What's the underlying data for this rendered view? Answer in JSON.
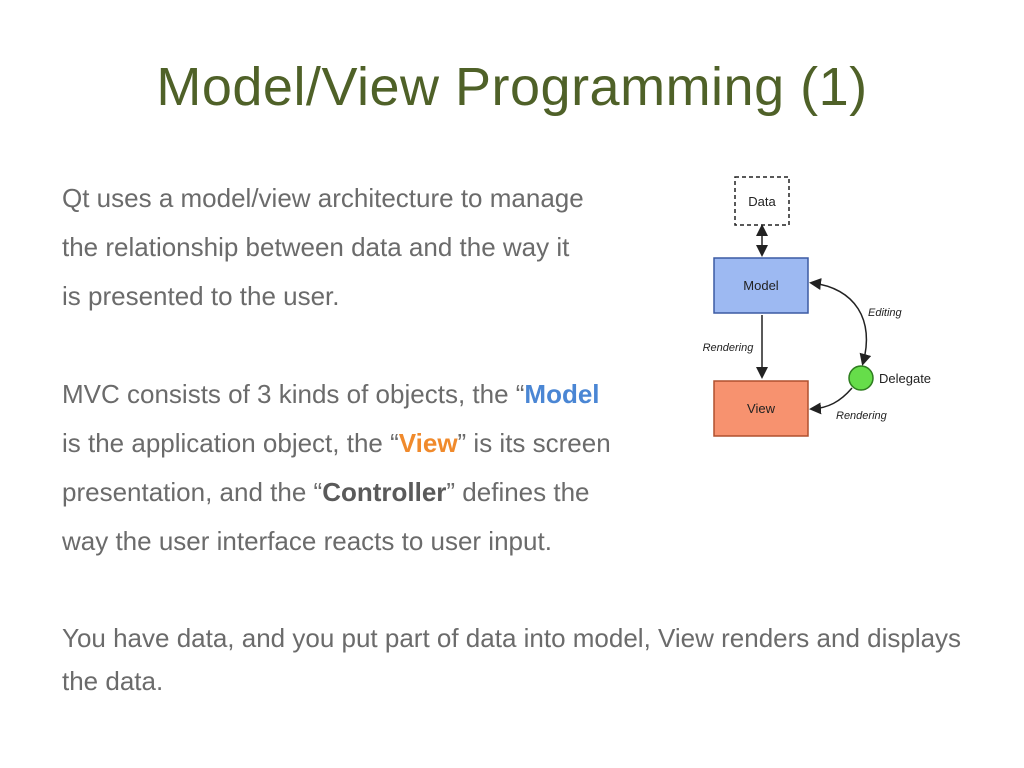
{
  "slide": {
    "title": "Model/View Programming (1)",
    "paragraph1": {
      "lines": [
        "Qt uses a model/view architecture to manage",
        "the relationship between data and the way it",
        "is presented to the user."
      ]
    },
    "paragraph2": {
      "line1_prefix": "MVC consists of 3 kinds of objects, the “",
      "line1_model": "Model",
      "line2_prefix": "is the application object, the “",
      "line2_view": "View",
      "line2_suffix": "” is its screen",
      "line3_prefix": "presentation, and the “",
      "line3_controller": "Controller",
      "line3_suffix": "” defines the",
      "line4": "way the user interface reacts to user input."
    },
    "paragraph3": "You have data, and you put part of data into model, View renders and displays the data."
  },
  "diagram": {
    "data_label": "Data",
    "model_label": "Model",
    "view_label": "View",
    "delegate_label": "Delegate",
    "editing_label": "Editing",
    "rendering_left_label": "Rendering",
    "rendering_right_label": "Rendering",
    "colors": {
      "model_fill": "#9db9f2",
      "view_fill": "#f7926f",
      "delegate_fill": "#66dd4a",
      "text_body": "#6b6b6b",
      "title": "#4f6128",
      "highlight_model": "#4a86d4",
      "highlight_view": "#f08a2c"
    }
  }
}
